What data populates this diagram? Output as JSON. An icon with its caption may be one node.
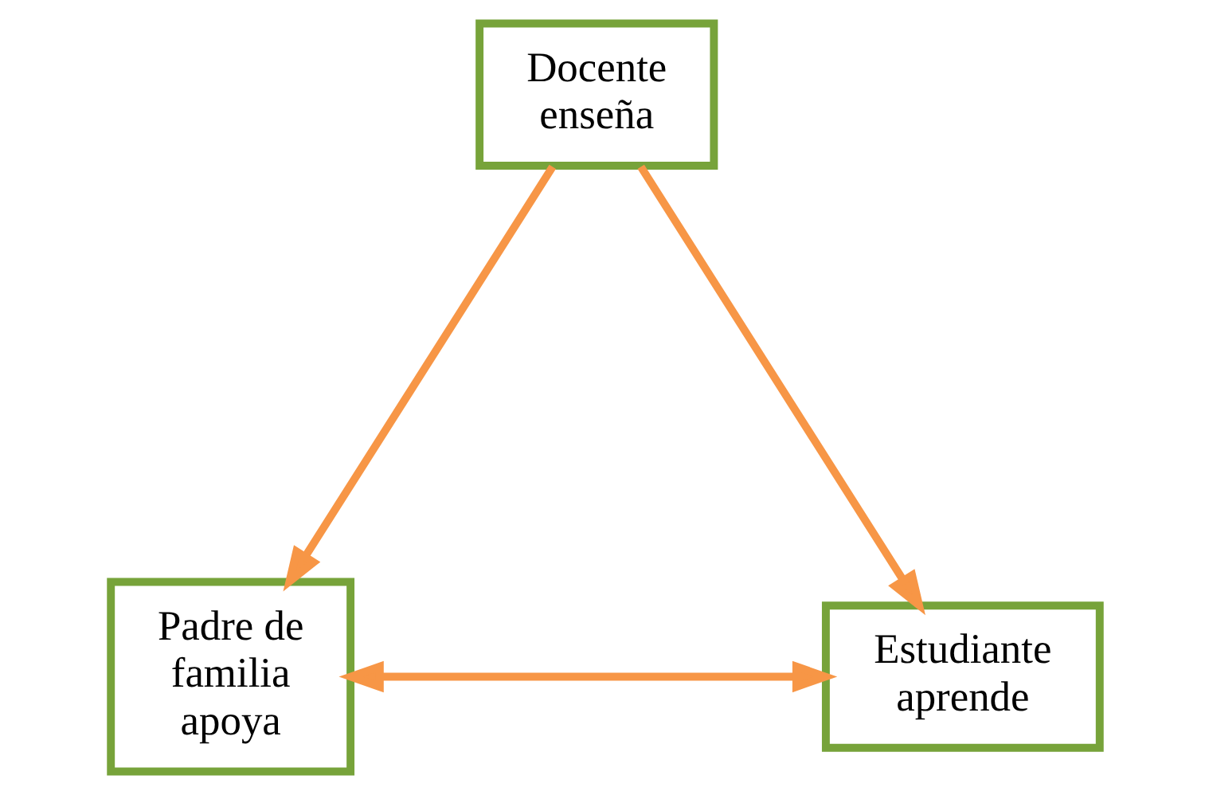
{
  "diagram": {
    "nodes": [
      {
        "text": [
          "Docente enseña"
        ]
      },
      {
        "text": [
          "Padre de familia apoya"
        ]
      },
      {
        "text": [
          "Estudiante aprende"
        ]
      }
    ],
    "edges": [
      {
        "from": 0,
        "to": 1,
        "arrow": "to"
      },
      {
        "from": 0,
        "to": 2,
        "arrow": "to"
      },
      {
        "from": 1,
        "to": 2,
        "arrow": "both"
      }
    ]
  }
}
